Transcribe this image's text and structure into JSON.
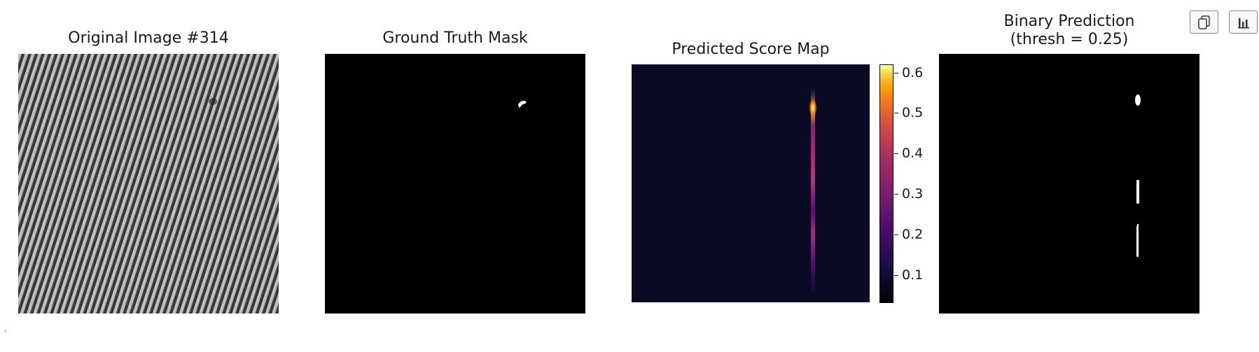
{
  "panels": {
    "original": {
      "title": "Original Image #314"
    },
    "ground_truth": {
      "title": "Ground Truth Mask"
    },
    "score_map": {
      "title": "Predicted Score Map"
    },
    "binary": {
      "title_line1": "Binary Prediction",
      "title_line2": "(thresh = 0.25)"
    }
  },
  "colorbar": {
    "colormap": "inferno",
    "range": [
      0.03,
      0.62
    ],
    "ticks": [
      {
        "value": 0.6,
        "label": "0.6"
      },
      {
        "value": 0.5,
        "label": "0.5"
      },
      {
        "value": 0.4,
        "label": "0.4"
      },
      {
        "value": 0.3,
        "label": "0.3"
      },
      {
        "value": 0.2,
        "label": "0.2"
      },
      {
        "value": 0.1,
        "label": "0.1"
      }
    ]
  },
  "toolbar": {
    "copy_icon": "copy-icon",
    "chart_icon": "bar-chart-icon"
  },
  "colors": {
    "panel_bg": "#000000",
    "score_bg": "#0b0a24",
    "mask_fg": "#ffffff"
  }
}
